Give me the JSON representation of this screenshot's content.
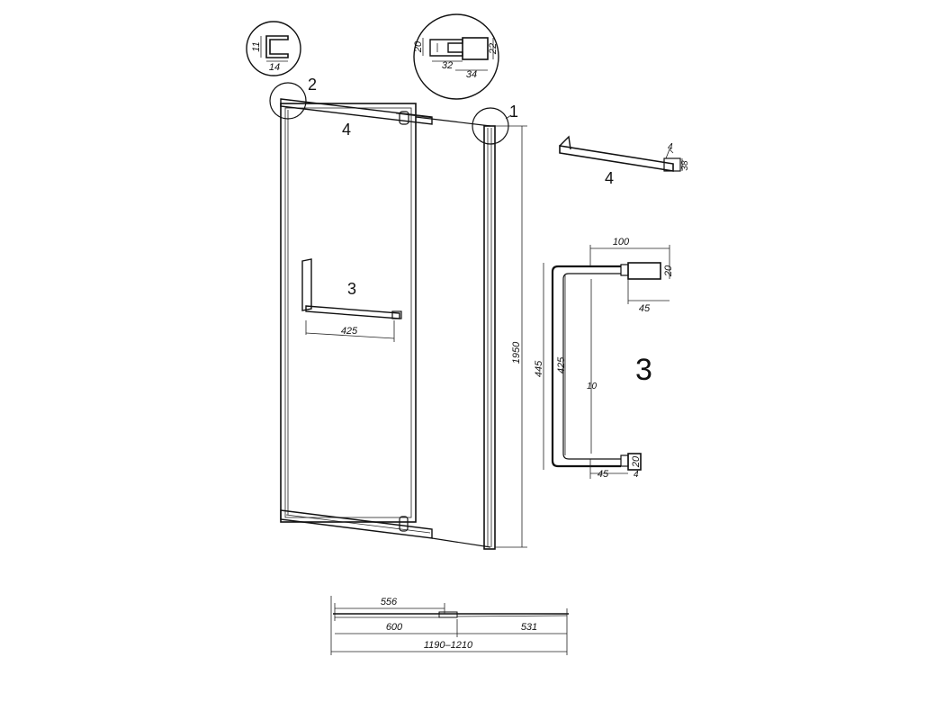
{
  "callouts": {
    "detail_1": "1",
    "detail_2": "2",
    "part_3": "3",
    "part_4": "4"
  },
  "dimensions": {
    "height": "1950",
    "handle_length_front": "425",
    "handle_overall": "445",
    "handle_inner": "425",
    "handle_projection": "100",
    "handle_bar_dia": "10",
    "handle_post_w_top": "45",
    "handle_post_w_bottom": "45",
    "handle_post_h_top": "20",
    "handle_post_h_bottom": "20",
    "handle_gap": "4",
    "profile_2_height": "11",
    "profile_2_width": "14",
    "profile_1_left": "20",
    "profile_1_right": "22",
    "profile_1_width_a": "32",
    "profile_1_width_b": "34",
    "bar_4_end": "38",
    "bar_4_tip": "4",
    "plan_door": "556",
    "plan_door_opening": "600",
    "plan_fixed": "531",
    "plan_total": "1190–1210"
  }
}
